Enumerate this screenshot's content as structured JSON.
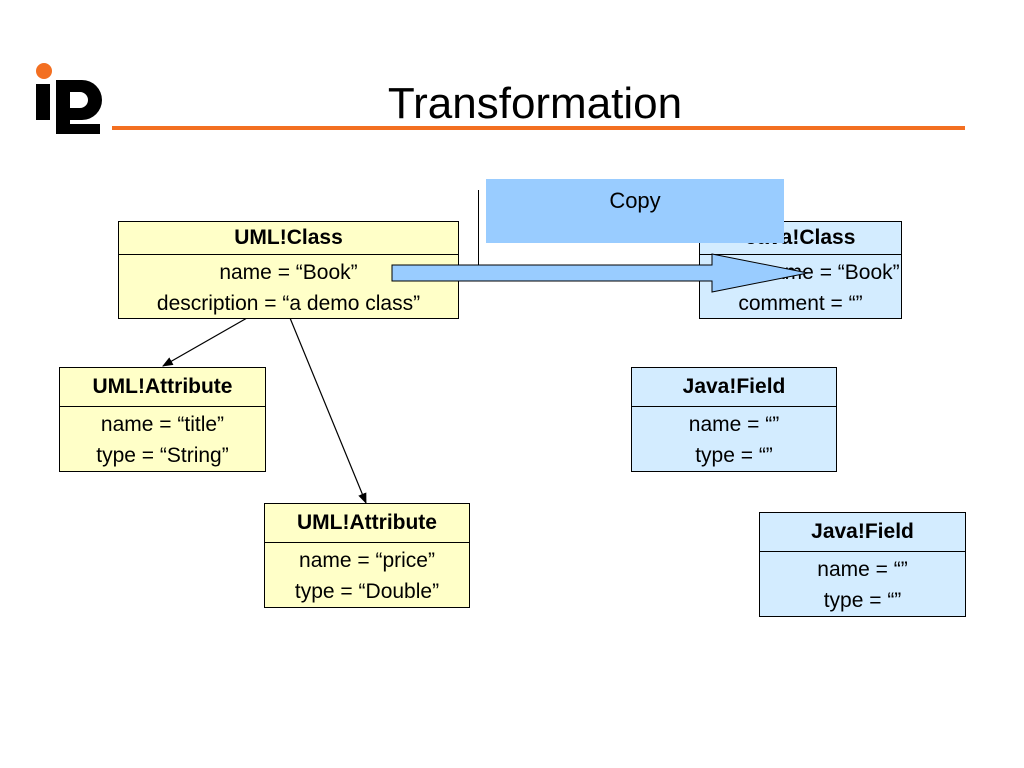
{
  "slide": {
    "title": "Transformation",
    "accent_color": "#f36f21",
    "logo_icon": "ipd-logo"
  },
  "source": {
    "class": {
      "header": "UML!Class",
      "lines": [
        "name = “Book”",
        "description = “a demo class”"
      ]
    },
    "attributes": [
      {
        "header": "UML!Attribute",
        "lines": [
          "name = “title”",
          "type = “String”"
        ]
      },
      {
        "header": "UML!Attribute",
        "lines": [
          "name = “price”",
          "type = “Double”"
        ]
      }
    ]
  },
  "target": {
    "class": {
      "header": "Java!Class",
      "lines": [
        "name = “Book”",
        "comment = “”"
      ]
    },
    "fields": [
      {
        "header": "Java!Field",
        "lines": [
          "name = “”",
          "type = “”"
        ]
      },
      {
        "header": "Java!Field",
        "lines": [
          "name = “”",
          "type = “”"
        ]
      }
    ]
  },
  "callout": {
    "label": "Copy",
    "color": "#99ccff"
  },
  "colors": {
    "uml_fill": "#ffffc8",
    "java_fill": "#d3ecff",
    "arrow_fill": "#99ccff"
  }
}
